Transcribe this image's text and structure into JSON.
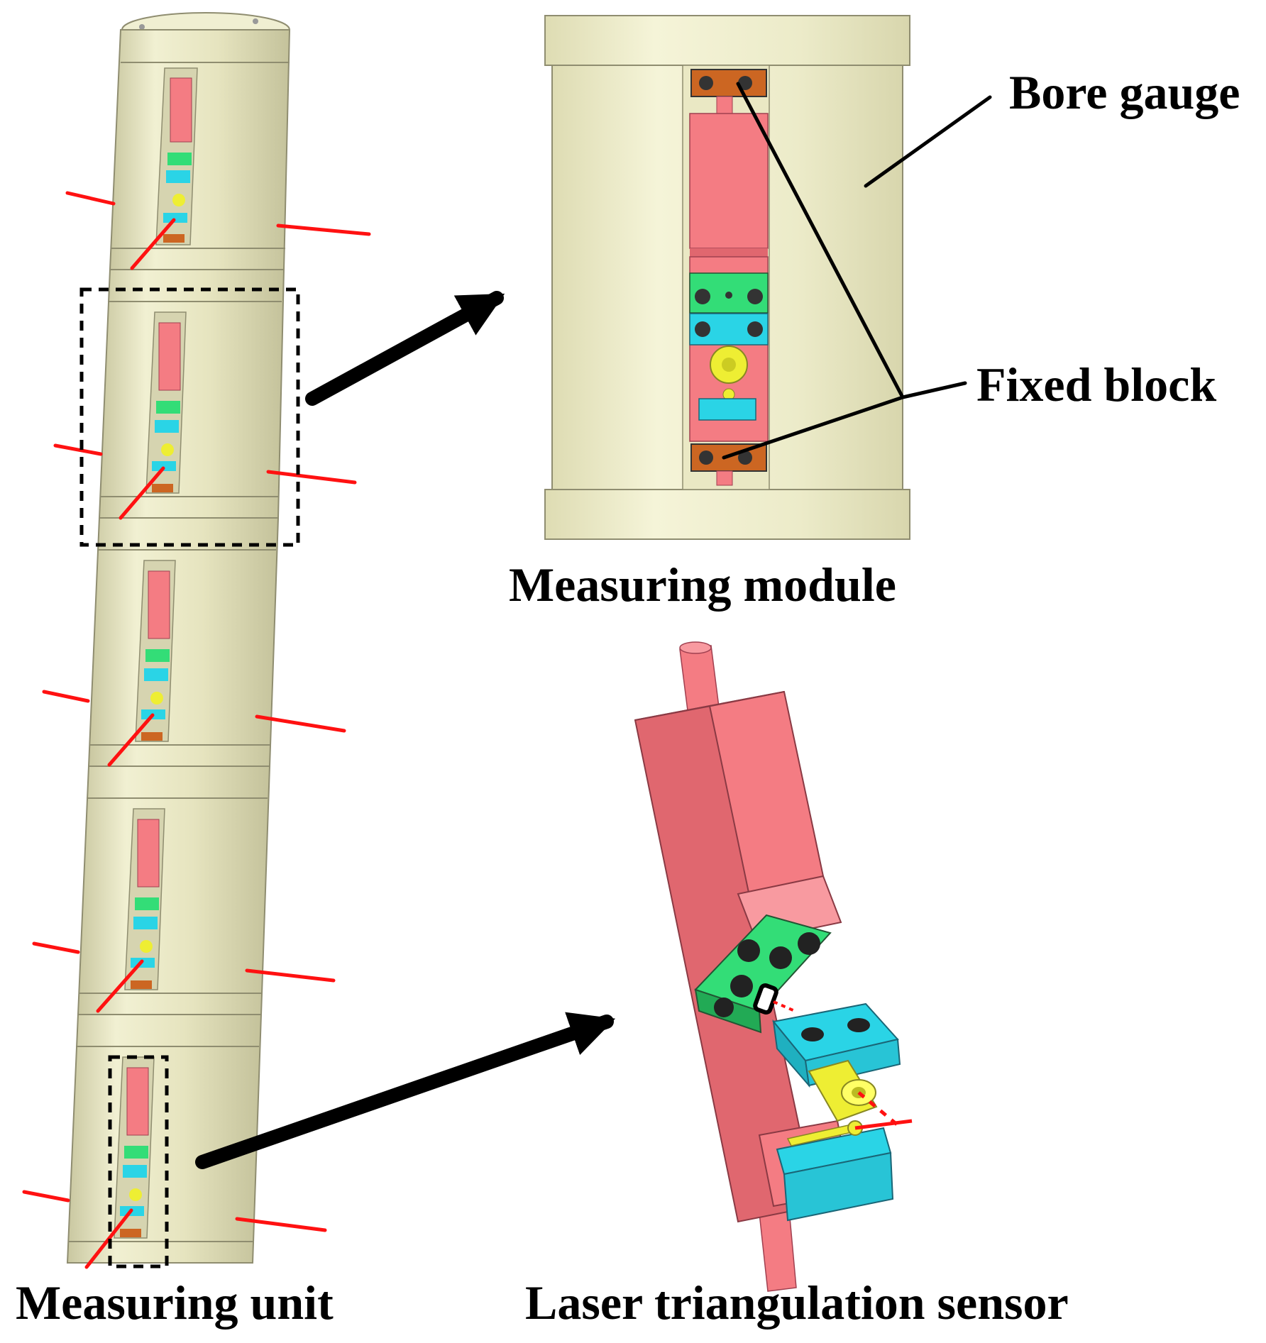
{
  "labels": {
    "bore_gauge": "Bore gauge",
    "fixed_block": "Fixed block",
    "measuring_module": "Measuring module",
    "measuring_unit": "Measuring unit",
    "laser_sensor": "Laser triangulation sensor"
  },
  "colors": {
    "gauge_body": "#ecebc6",
    "gauge_edge": "#8f8d70",
    "sensor_body": "#f47c83",
    "sensor_shade": "#e0676f",
    "block_green": "#33dd77",
    "block_cyan": "#2ad4e6",
    "fixed_block": "#cc6622",
    "lens_yellow": "#eeee33",
    "laser_line": "#ff1111",
    "callout": "#000000"
  },
  "measuring_unit": {
    "module_count": 5
  }
}
